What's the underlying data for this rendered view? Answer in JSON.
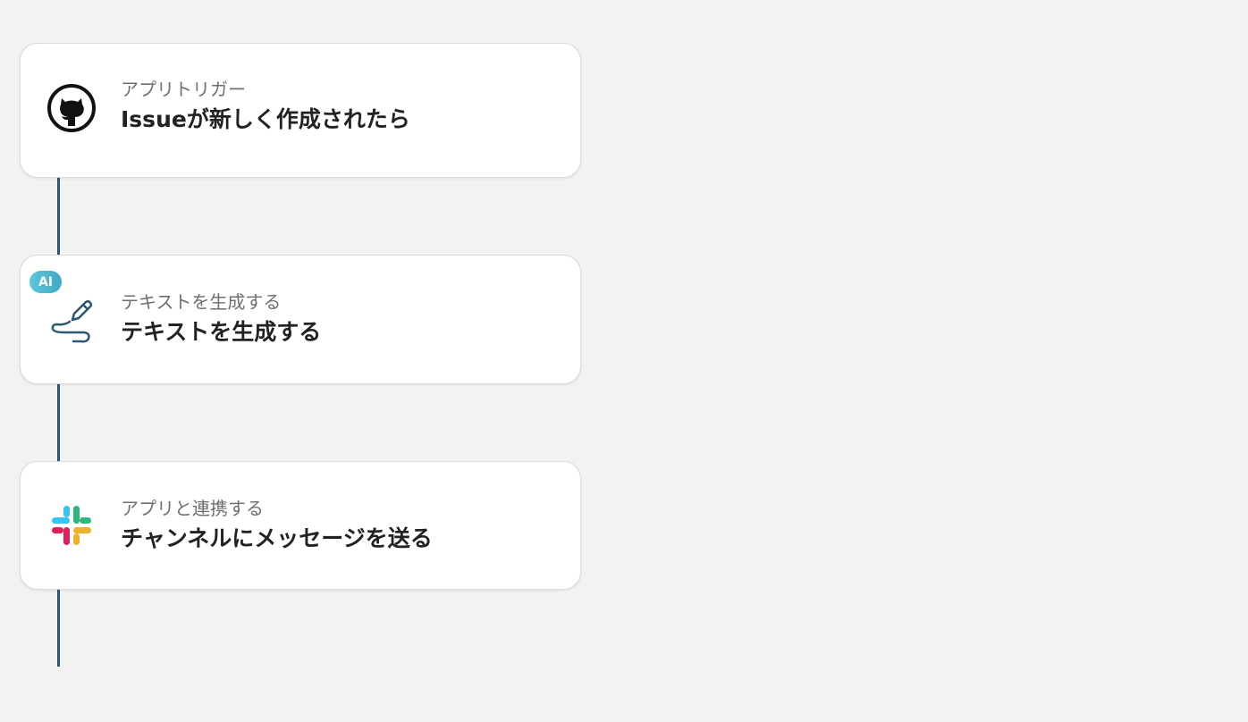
{
  "flow": {
    "steps": [
      {
        "type_label": "アプリトリガー",
        "title": "Issueが新しく作成されたら",
        "icon": "github-icon"
      },
      {
        "badge": "AI",
        "type_label": "テキストを生成する",
        "title": "テキストを生成する",
        "icon": "pen-write-icon"
      },
      {
        "type_label": "アプリと連携する",
        "title": "チャンネルにメッセージを送る",
        "icon": "slack-icon"
      }
    ]
  },
  "colors": {
    "background": "#f2f2f2",
    "connector": "#2c5773",
    "card": "#ffffff",
    "ai_badge": "#4fb9d3",
    "slack_blue": "#36c5f0",
    "slack_green": "#2eb67d",
    "slack_yellow": "#ecb22e",
    "slack_red": "#e01e5a"
  }
}
